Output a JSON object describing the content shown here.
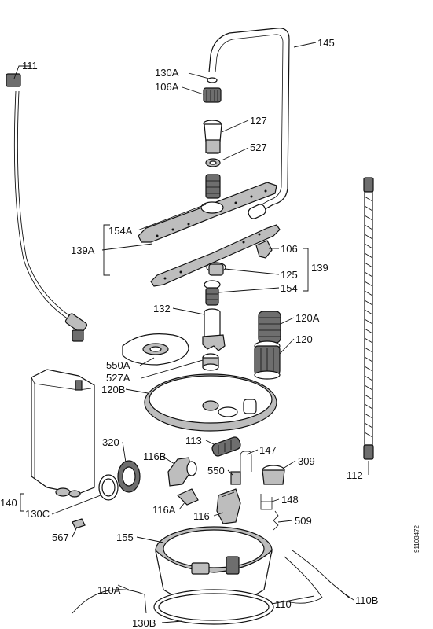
{
  "diagram_code": "91103472",
  "labels": {
    "l111": "111",
    "l130a": "130A",
    "l106a": "106A",
    "l145": "145",
    "l127": "127",
    "l527": "527",
    "l154a": "154A",
    "l139a": "139A",
    "l106": "106",
    "l139": "139",
    "l125": "125",
    "l154": "154",
    "l132": "132",
    "l120a": "120A",
    "l120": "120",
    "l550a": "550A",
    "l527a": "527A",
    "l120b": "120B",
    "l113": "113",
    "l147": "147",
    "l320": "320",
    "l116b": "116B",
    "l309": "309",
    "l550": "550",
    "l140": "140",
    "l130c": "130C",
    "l116a": "116A",
    "l116": "116",
    "l148": "148",
    "l509": "509",
    "l567": "567",
    "l155": "155",
    "l112": "112",
    "l110a": "110A",
    "l110": "110",
    "l110b": "110B",
    "l130b": "130B"
  }
}
